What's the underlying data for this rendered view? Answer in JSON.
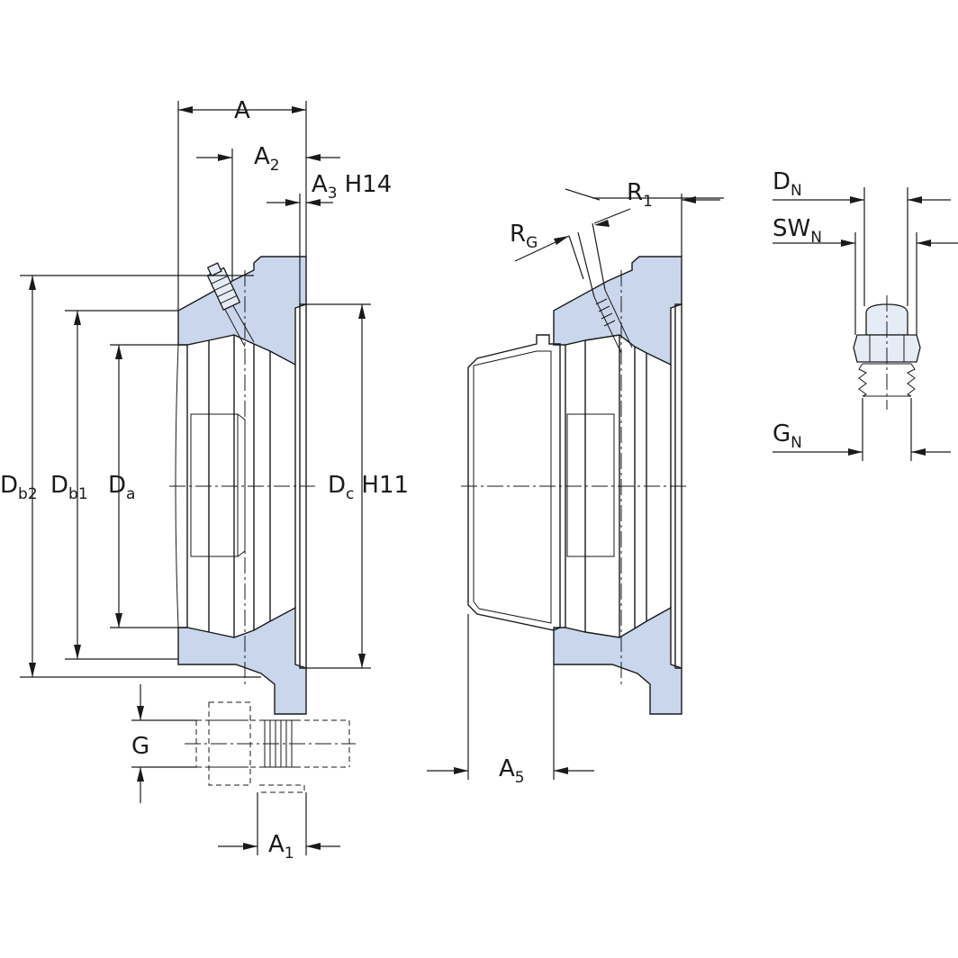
{
  "colors": {
    "section_fill": "#c9d6ec",
    "line": "#1a1a1a",
    "background": "#ffffff"
  },
  "labels": {
    "A": {
      "main": "A",
      "sub": ""
    },
    "A2": {
      "main": "A",
      "sub": "2"
    },
    "A3": {
      "main": "A",
      "sub": "3",
      "suffix": "H14"
    },
    "A1": {
      "main": "A",
      "sub": "1"
    },
    "A5": {
      "main": "A",
      "sub": "5"
    },
    "Db2": {
      "main": "D",
      "sub": "b2"
    },
    "Db1": {
      "main": "D",
      "sub": "b1"
    },
    "Da": {
      "main": "D",
      "sub": "a"
    },
    "Dc": {
      "main": "D",
      "sub": "c",
      "suffix": "H11"
    },
    "G": {
      "main": "G",
      "sub": ""
    },
    "R1": {
      "main": "R",
      "sub": "1"
    },
    "RG": {
      "main": "R",
      "sub": "G"
    },
    "DN": {
      "main": "D",
      "sub": "N"
    },
    "SWN": {
      "main": "SW",
      "sub": "N"
    },
    "GN": {
      "main": "G",
      "sub": "N"
    }
  }
}
